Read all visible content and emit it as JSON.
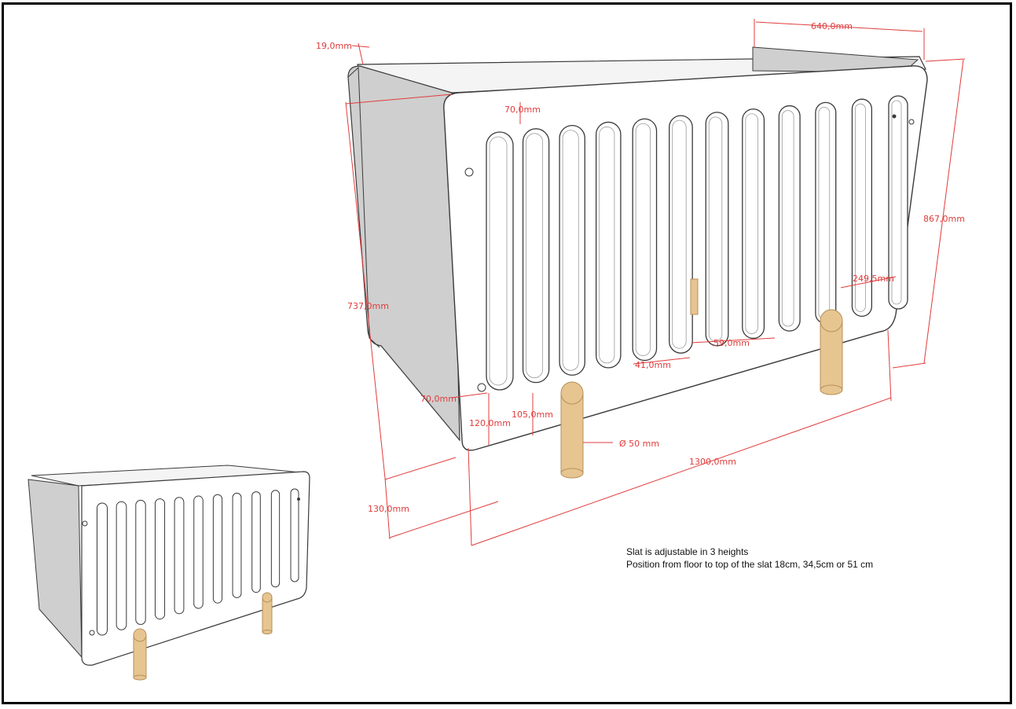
{
  "colors": {
    "accent": "#e03c3c",
    "wood": "#e7c590",
    "wood_dark": "#b7905a",
    "panel_shade": "#cfcfcf",
    "outline": "#3a3a3a"
  },
  "dimensions": {
    "width_640": "640,0mm",
    "thickness_19": "19,0mm",
    "top_70": "70,0mm",
    "height_867": "867,0mm",
    "height_737": "737,0mm",
    "slat_gap_249": "249,5mm",
    "gap_59": "59,0mm",
    "bar_41": "41,0mm",
    "bottom_70": "70,0mm",
    "h_105": "105,0mm",
    "h_120": "120,0mm",
    "leg_diameter": "Ø 50 mm",
    "length_1300": "1300,0mm",
    "leg_130": "130,0mm"
  },
  "note": {
    "line1": "Slat is adjustable in 3 heights",
    "line2": "Position from floor to top of the slat 18cm, 34,5cm or 51 cm"
  }
}
